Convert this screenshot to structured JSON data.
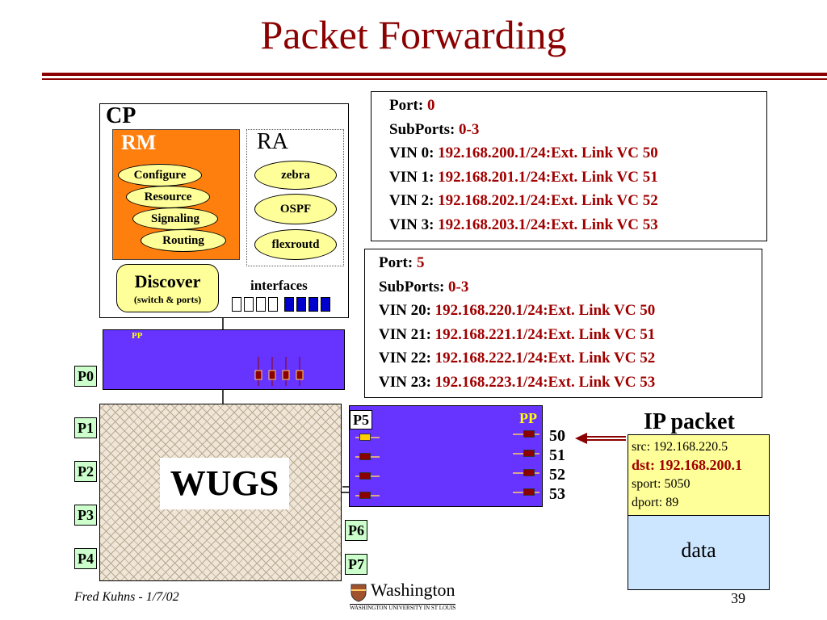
{
  "title": "Packet Forwarding",
  "cp": {
    "label": "CP",
    "rm": {
      "label": "RM",
      "items": [
        "Configure",
        "Resource",
        "Signaling",
        "Routing"
      ]
    },
    "ra": {
      "label": "RA",
      "items": [
        "zebra",
        "OSPF",
        "flexroutd"
      ]
    },
    "discover": {
      "label": "Discover",
      "sublabel": "(switch & ports)"
    },
    "interfaces_label": "interfaces"
  },
  "port0_box": {
    "port_label": "Port:",
    "port_value": "0",
    "subports_label": "SubPorts:",
    "subports_value": "0-3",
    "vins": [
      {
        "label": "VIN 0:",
        "value": "192.168.200.1/24:Ext. Link VC 50"
      },
      {
        "label": "VIN 1:",
        "value": "192.168.201.1/24:Ext. Link VC 51"
      },
      {
        "label": "VIN 2:",
        "value": "192.168.202.1/24:Ext. Link VC 52"
      },
      {
        "label": "VIN 3:",
        "value": "192.168.203.1/24:Ext. Link VC 53"
      }
    ]
  },
  "port5_box": {
    "port_label": "Port:",
    "port_value": "5",
    "subports_label": "SubPorts:",
    "subports_value": "0-3",
    "vins": [
      {
        "label": "VIN 20:",
        "value": "192.168.220.1/24:Ext. Link VC 50"
      },
      {
        "label": "VIN 21:",
        "value": "192.168.221.1/24:Ext. Link VC 51"
      },
      {
        "label": "VIN 22:",
        "value": "192.168.222.1/24:Ext. Link VC 52"
      },
      {
        "label": "VIN 23:",
        "value": "192.168.223.1/24:Ext. Link VC 53"
      }
    ]
  },
  "pp_label": "PP",
  "ports": {
    "p0": "P0",
    "p1": "P1",
    "p2": "P2",
    "p3": "P3",
    "p4": "P4",
    "p5": "P5",
    "p6": "P6",
    "p7": "P7"
  },
  "wugs_label": "WUGS",
  "vcs": [
    "50",
    "51",
    "52",
    "53"
  ],
  "ip_packet": {
    "title": "IP packet",
    "src": "src: 192.168.220.5",
    "dst": "dst: 192.168.200.1",
    "sport": "sport: 5050",
    "dport": "dport: 89",
    "data": "data"
  },
  "footer": {
    "author": "Fred Kuhns - 1/7/02",
    "page_number": "39",
    "logo_name": "Washington",
    "logo_sub": "WASHINGTON UNIVERSITY IN ST LOUIS"
  },
  "colors": {
    "title": "#8b0000",
    "highlight_red": "#a00000",
    "rm_orange": "#ff7f0e",
    "oval_yellow": "#ffff99",
    "pp_purple": "#6633ff",
    "port_green": "#ccffcc",
    "iface_blue": "#0000cc",
    "data_blue": "#cce6ff"
  }
}
